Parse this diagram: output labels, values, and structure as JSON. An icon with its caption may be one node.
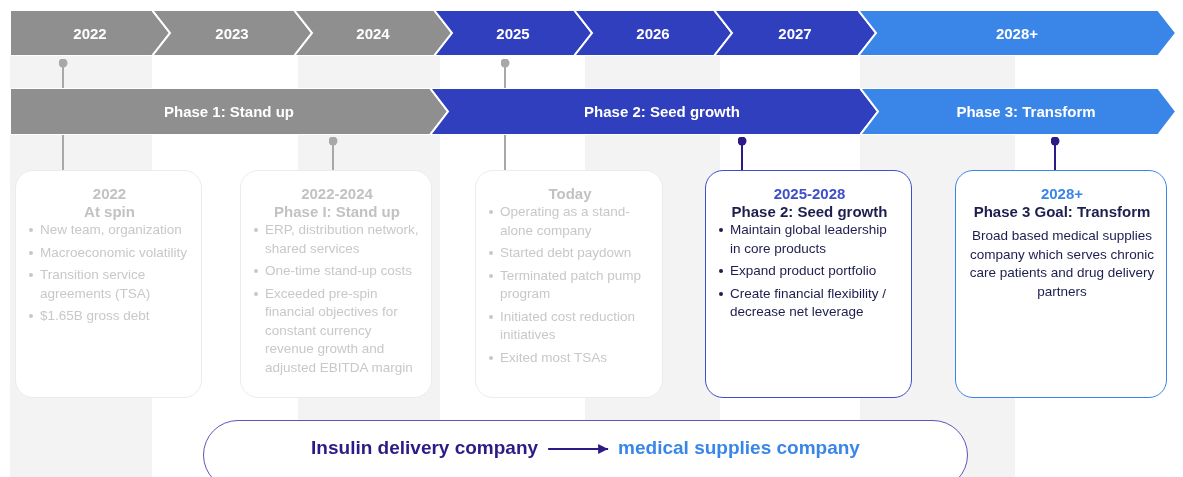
{
  "diagram": {
    "nodes": [
      {
        "text": [
          "2022"
        ]
      },
      {
        "text": [
          "2023"
        ]
      },
      {
        "text": [
          "2024"
        ]
      },
      {
        "text": [
          "2025"
        ]
      },
      {
        "text": [
          "2026"
        ]
      },
      {
        "text": [
          "2027"
        ]
      },
      {
        "text": [
          "2028+"
        ]
      },
      {
        "text": [
          "Phase 1: Stand up"
        ]
      },
      {
        "text": [
          "Phase 2: Seed growth"
        ]
      },
      {
        "text": [
          "Phase 3: Transform"
        ]
      },
      {
        "text": [
          "2022",
          "At spin",
          "New team, organization",
          "Macroeconomic volatility",
          "Transition service agreements (TSA)",
          "$1.65B gross debt"
        ]
      },
      {
        "text": [
          "2022-2024",
          "Phase I: Stand up",
          "ERP, distribution network, shared services",
          "One-time stand-up costs",
          "Exceeded pre-spin financial objectives for constant currency revenue growth and adjusted EBITDA margin"
        ]
      },
      {
        "text": [
          "Today",
          "Operating as a stand-alone company",
          "Started debt paydown",
          "Terminated patch pump program",
          "Initiated cost reduction initiatives",
          "Exited most TSAs"
        ]
      },
      {
        "text": [
          "2025-2028",
          "Phase 2: Seed growth",
          "Maintain global leadership in core products",
          "Expand product portfolio",
          "Create financial flexibility / decrease net leverage"
        ]
      },
      {
        "text": [
          "2028+",
          "Phase 3 Goal: Transform",
          "Broad based medical supplies company which serves chronic care patients and drug delivery partners"
        ]
      },
      {
        "text": [],
        "shape": "box"
      },
      {
        "text": [
          "Insulin delivery company"
        ],
        "in": 15
      },
      {
        "text": [
          "medical supplies company"
        ],
        "in": 15
      }
    ],
    "edges": [
      {
        "from": 0,
        "to": 7,
        "arrow": "other"
      },
      {
        "from": 3,
        "to": 8,
        "arrow": "other"
      },
      {
        "from": 7,
        "to": 10,
        "arrow": "none"
      },
      {
        "from": 7,
        "to": 11,
        "arrow": "other"
      },
      {
        "from": 8,
        "to": 12,
        "arrow": "none"
      },
      {
        "from": 8,
        "to": 13,
        "arrow": "other",
        "color": "#2e1a87"
      },
      {
        "from": 9,
        "to": 14,
        "arrow": "other",
        "color": "#2e1a87"
      },
      {
        "from": 16,
        "to": 17,
        "arrow": "to",
        "color": "#2e1a87"
      }
    ]
  }
}
